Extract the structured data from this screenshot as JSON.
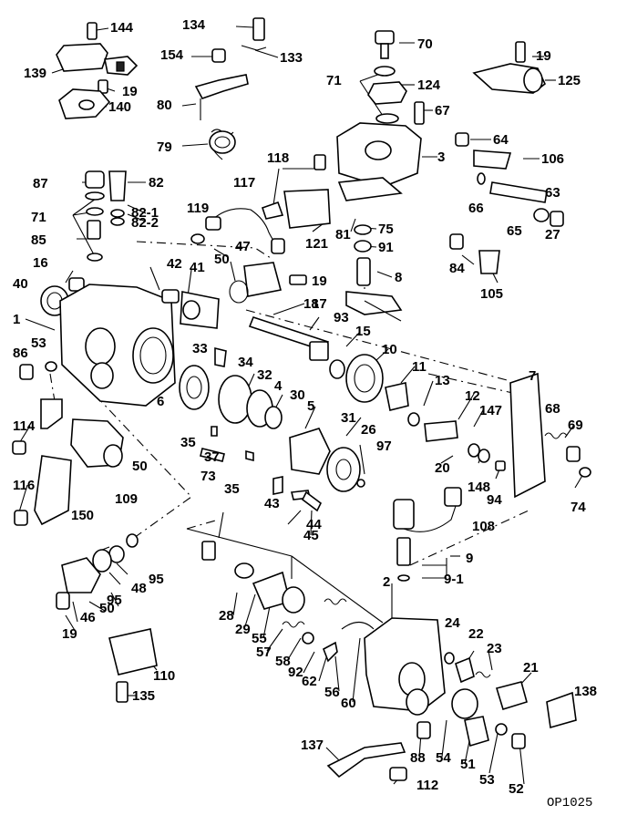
{
  "figure_code": "OP1025",
  "callouts": [
    {
      "id": "c144",
      "text": "144"
    },
    {
      "id": "c139",
      "text": "139"
    },
    {
      "id": "c19a",
      "text": "19"
    },
    {
      "id": "c140",
      "text": "140"
    },
    {
      "id": "c134",
      "text": "134"
    },
    {
      "id": "c154",
      "text": "154"
    },
    {
      "id": "c133",
      "text": "133"
    },
    {
      "id": "c80",
      "text": "80"
    },
    {
      "id": "c79",
      "text": "79"
    },
    {
      "id": "c70",
      "text": "70"
    },
    {
      "id": "c71a",
      "text": "71"
    },
    {
      "id": "c124",
      "text": "124"
    },
    {
      "id": "c67",
      "text": "67"
    },
    {
      "id": "c19b",
      "text": "19"
    },
    {
      "id": "c125",
      "text": "125"
    },
    {
      "id": "c64",
      "text": "64"
    },
    {
      "id": "c3",
      "text": "3"
    },
    {
      "id": "c106",
      "text": "106"
    },
    {
      "id": "c63",
      "text": "63"
    },
    {
      "id": "c66",
      "text": "66"
    },
    {
      "id": "c65",
      "text": "65"
    },
    {
      "id": "c27",
      "text": "27"
    },
    {
      "id": "c87",
      "text": "87"
    },
    {
      "id": "c82",
      "text": "82"
    },
    {
      "id": "c82_1",
      "text": "82-1"
    },
    {
      "id": "c82_2",
      "text": "82-2"
    },
    {
      "id": "c71b",
      "text": "71"
    },
    {
      "id": "c85",
      "text": "85"
    },
    {
      "id": "c118",
      "text": "118"
    },
    {
      "id": "c117",
      "text": "117"
    },
    {
      "id": "c119",
      "text": "119"
    },
    {
      "id": "c121",
      "text": "121"
    },
    {
      "id": "c81",
      "text": "81"
    },
    {
      "id": "c75",
      "text": "75"
    },
    {
      "id": "c91",
      "text": "91"
    },
    {
      "id": "c84",
      "text": "84"
    },
    {
      "id": "c105",
      "text": "105"
    },
    {
      "id": "c16",
      "text": "16"
    },
    {
      "id": "c40",
      "text": "40"
    },
    {
      "id": "c42",
      "text": "42"
    },
    {
      "id": "c41",
      "text": "41"
    },
    {
      "id": "c50a",
      "text": "50"
    },
    {
      "id": "c47",
      "text": "47"
    },
    {
      "id": "c19c",
      "text": "19"
    },
    {
      "id": "c8",
      "text": "8"
    },
    {
      "id": "c18",
      "text": "18"
    },
    {
      "id": "c17",
      "text": "17"
    },
    {
      "id": "c1",
      "text": "1"
    },
    {
      "id": "c93",
      "text": "93"
    },
    {
      "id": "c15",
      "text": "15"
    },
    {
      "id": "c86",
      "text": "86"
    },
    {
      "id": "c53a",
      "text": "53"
    },
    {
      "id": "c33",
      "text": "33"
    },
    {
      "id": "c10",
      "text": "10"
    },
    {
      "id": "c34",
      "text": "34"
    },
    {
      "id": "c32",
      "text": "32"
    },
    {
      "id": "c11",
      "text": "11"
    },
    {
      "id": "c7",
      "text": "7"
    },
    {
      "id": "c4",
      "text": "4"
    },
    {
      "id": "c13",
      "text": "13"
    },
    {
      "id": "c30",
      "text": "30"
    },
    {
      "id": "c12",
      "text": "12"
    },
    {
      "id": "c6",
      "text": "6"
    },
    {
      "id": "c5",
      "text": "5"
    },
    {
      "id": "c68",
      "text": "68"
    },
    {
      "id": "c147",
      "text": "147"
    },
    {
      "id": "c114",
      "text": "114"
    },
    {
      "id": "c31",
      "text": "31"
    },
    {
      "id": "c69",
      "text": "69"
    },
    {
      "id": "c35a",
      "text": "35"
    },
    {
      "id": "c26",
      "text": "26"
    },
    {
      "id": "c37",
      "text": "37"
    },
    {
      "id": "c97",
      "text": "97"
    },
    {
      "id": "c50b",
      "text": "50"
    },
    {
      "id": "c20",
      "text": "20"
    },
    {
      "id": "c148",
      "text": "148"
    },
    {
      "id": "c73",
      "text": "73"
    },
    {
      "id": "c94",
      "text": "94"
    },
    {
      "id": "c35b",
      "text": "35"
    },
    {
      "id": "c74",
      "text": "74"
    },
    {
      "id": "c109",
      "text": "109"
    },
    {
      "id": "c116",
      "text": "116"
    },
    {
      "id": "c43",
      "text": "43"
    },
    {
      "id": "c44",
      "text": "44"
    },
    {
      "id": "c150",
      "text": "150"
    },
    {
      "id": "c108",
      "text": "108"
    },
    {
      "id": "c45",
      "text": "45"
    },
    {
      "id": "c9",
      "text": "9"
    },
    {
      "id": "c95a",
      "text": "95"
    },
    {
      "id": "c48",
      "text": "48"
    },
    {
      "id": "c9_1",
      "text": "9-1"
    },
    {
      "id": "c2",
      "text": "2"
    },
    {
      "id": "c50c",
      "text": "50"
    },
    {
      "id": "c95b",
      "text": "95"
    },
    {
      "id": "c28",
      "text": "28"
    },
    {
      "id": "c29",
      "text": "29"
    },
    {
      "id": "c46",
      "text": "46"
    },
    {
      "id": "c55",
      "text": "55"
    },
    {
      "id": "c24",
      "text": "24"
    },
    {
      "id": "c22",
      "text": "22"
    },
    {
      "id": "c19d",
      "text": "19"
    },
    {
      "id": "c57",
      "text": "57"
    },
    {
      "id": "c58",
      "text": "58"
    },
    {
      "id": "c23",
      "text": "23"
    },
    {
      "id": "c92",
      "text": "92"
    },
    {
      "id": "c62",
      "text": "62"
    },
    {
      "id": "c110",
      "text": "110"
    },
    {
      "id": "c21",
      "text": "21"
    },
    {
      "id": "c56",
      "text": "56"
    },
    {
      "id": "c60",
      "text": "60"
    },
    {
      "id": "c138",
      "text": "138"
    },
    {
      "id": "c135",
      "text": "135"
    },
    {
      "id": "c137",
      "text": "137"
    },
    {
      "id": "c88",
      "text": "88"
    },
    {
      "id": "c54",
      "text": "54"
    },
    {
      "id": "c51",
      "text": "51"
    },
    {
      "id": "c53b",
      "text": "53"
    },
    {
      "id": "c112",
      "text": "112"
    },
    {
      "id": "c52",
      "text": "52"
    }
  ]
}
